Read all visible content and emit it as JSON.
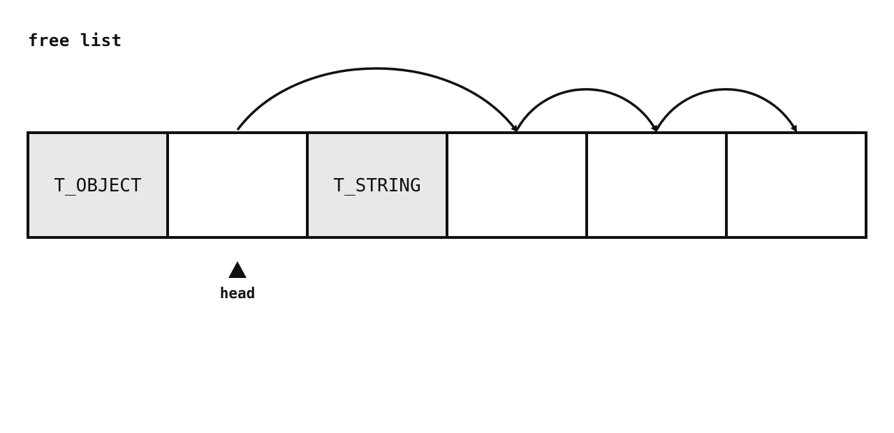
{
  "title": "free list",
  "colors": {
    "stroke": "#111111",
    "occupied_fill": "#e8e8e8",
    "free_fill": "#ffffff"
  },
  "slots": [
    {
      "label": "T_OBJECT",
      "occupied": true
    },
    {
      "label": "",
      "occupied": false
    },
    {
      "label": "T_STRING",
      "occupied": true
    },
    {
      "label": "",
      "occupied": false
    },
    {
      "label": "",
      "occupied": false
    },
    {
      "label": "",
      "occupied": false
    }
  ],
  "links": [
    {
      "from": 1,
      "to": 3
    },
    {
      "from": 3,
      "to": 4
    },
    {
      "from": 4,
      "to": 5
    }
  ],
  "head": {
    "label": "head",
    "slot": 1
  }
}
